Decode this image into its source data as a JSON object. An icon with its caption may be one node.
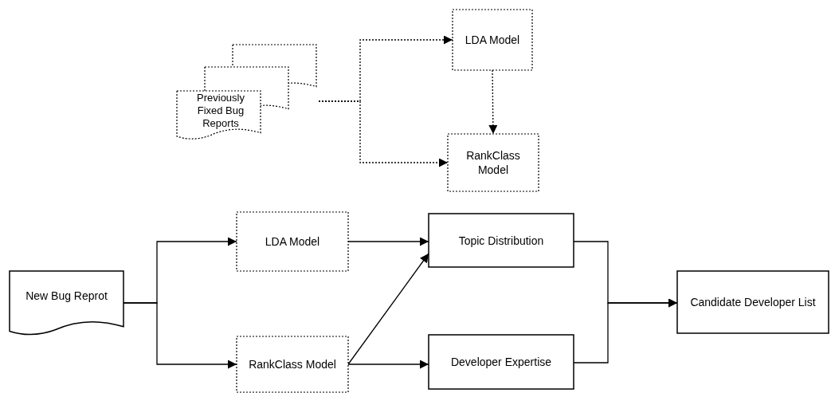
{
  "diagram": {
    "nodes": [
      {
        "text": [
          "Previously Fixed Bug Reports"
        ]
      },
      {
        "text": [
          "LDA Model"
        ]
      },
      {
        "text": [
          "RankClass Model"
        ]
      },
      {
        "text": [
          "New Bug Reprot"
        ]
      },
      {
        "text": [
          "LDA Model"
        ]
      },
      {
        "text": [
          "RankClass Model"
        ]
      },
      {
        "text": [
          "Topic Distribution"
        ]
      },
      {
        "text": [
          "Developer Expertise"
        ]
      },
      {
        "text": [
          "Candidate Developer List"
        ]
      }
    ],
    "edges": [
      {
        "from": 0,
        "to": 1,
        "arrow": "to",
        "style": "dashed"
      },
      {
        "from": 0,
        "to": 2,
        "arrow": "to",
        "style": "dashed"
      },
      {
        "from": 1,
        "to": 2,
        "arrow": "to",
        "style": "dashed"
      },
      {
        "from": 3,
        "to": 4,
        "arrow": "to"
      },
      {
        "from": 3,
        "to": 5,
        "arrow": "to"
      },
      {
        "from": 4,
        "to": 6,
        "arrow": "to"
      },
      {
        "from": 5,
        "to": 6,
        "arrow": "to"
      },
      {
        "from": 5,
        "to": 7,
        "arrow": "to"
      },
      {
        "from": 6,
        "to": 8,
        "arrow": "to"
      },
      {
        "from": 7,
        "to": 8,
        "arrow": "to"
      }
    ]
  }
}
